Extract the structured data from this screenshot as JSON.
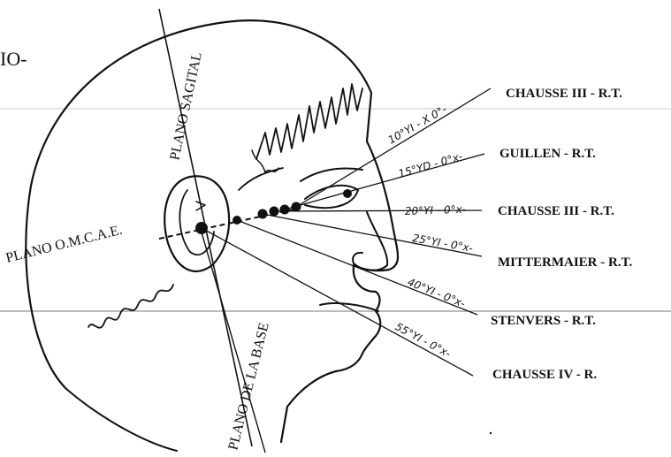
{
  "corner_text": "IO-",
  "planes": {
    "sagital": "PLANO SAGITAL",
    "omcae": "PLANO O.M.C.A.E.",
    "base": "PLANO DE LA BASE"
  },
  "projections": [
    {
      "name": "CHAUSSE III - R.T.",
      "angle": "10°YI - X 0°-"
    },
    {
      "name": "GUILLEN - R.T.",
      "angle": "15°YD - 0°x-"
    },
    {
      "name": "CHAUSSE III - R.T.",
      "angle": "20°YI - 0°x-"
    },
    {
      "name": "MITTERMAIER - R.T.",
      "angle": "25°YI - 0°x-"
    },
    {
      "name": "STENVERS - R.T.",
      "angle": "40°YI - 0°x-"
    },
    {
      "name": "CHAUSSE IV - R.",
      "angle": "55°YI - 0°x-"
    }
  ]
}
